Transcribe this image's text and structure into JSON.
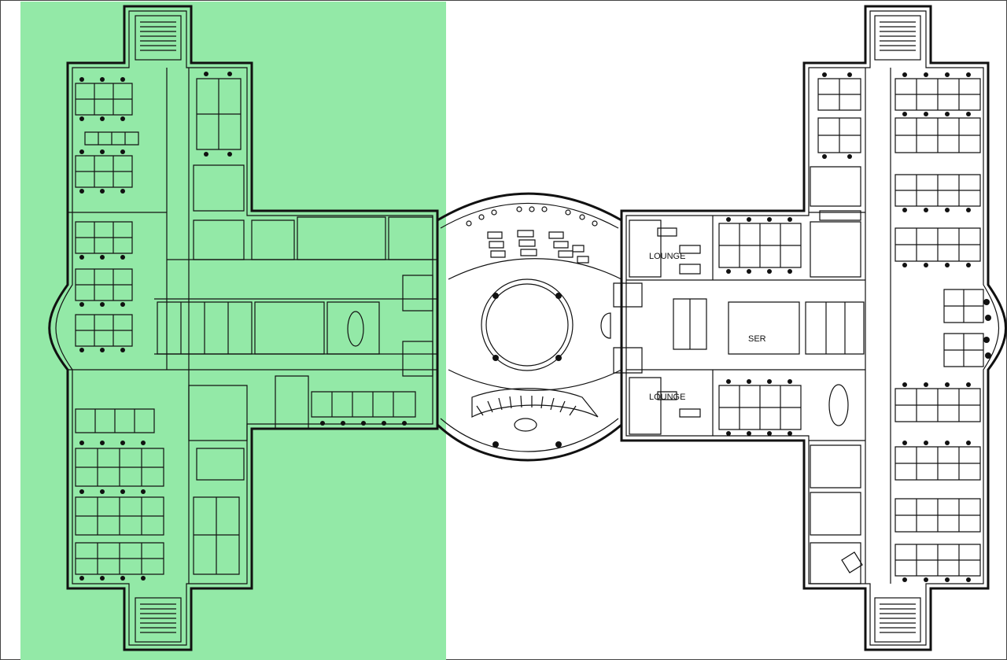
{
  "selection": {
    "color": "#93e9a7",
    "edge_color": "#1f6f33",
    "state": "selected"
  },
  "plan": {
    "line_color": "#111111",
    "rooms": {
      "lounge_upper": "LOUNGE",
      "lounge_lower": "LOUNGE",
      "server_room": "SER"
    }
  }
}
